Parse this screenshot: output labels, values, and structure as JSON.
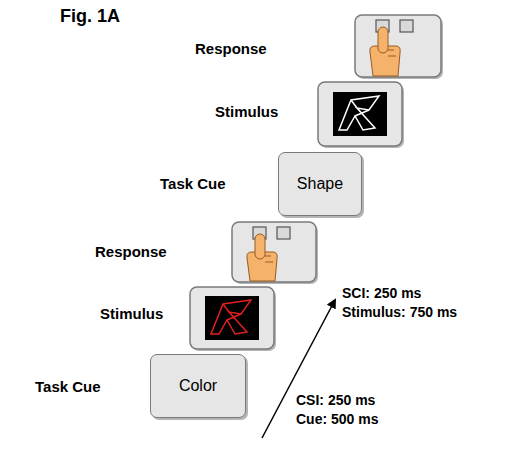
{
  "diagram": {
    "nodes": [
      {
        "text": [
          "Shape"
        ]
      },
      {
        "text": [
          "Color"
        ]
      }
    ],
    "labels": [
      "Fig. 1A",
      "Response",
      "Stimulus",
      "Task Cue",
      "Response",
      "Stimulus",
      "Task Cue",
      "SCI: 250 ms",
      "Stimulus: 750 ms",
      "CSI: 250 ms",
      "Cue: 500 ms"
    ]
  }
}
